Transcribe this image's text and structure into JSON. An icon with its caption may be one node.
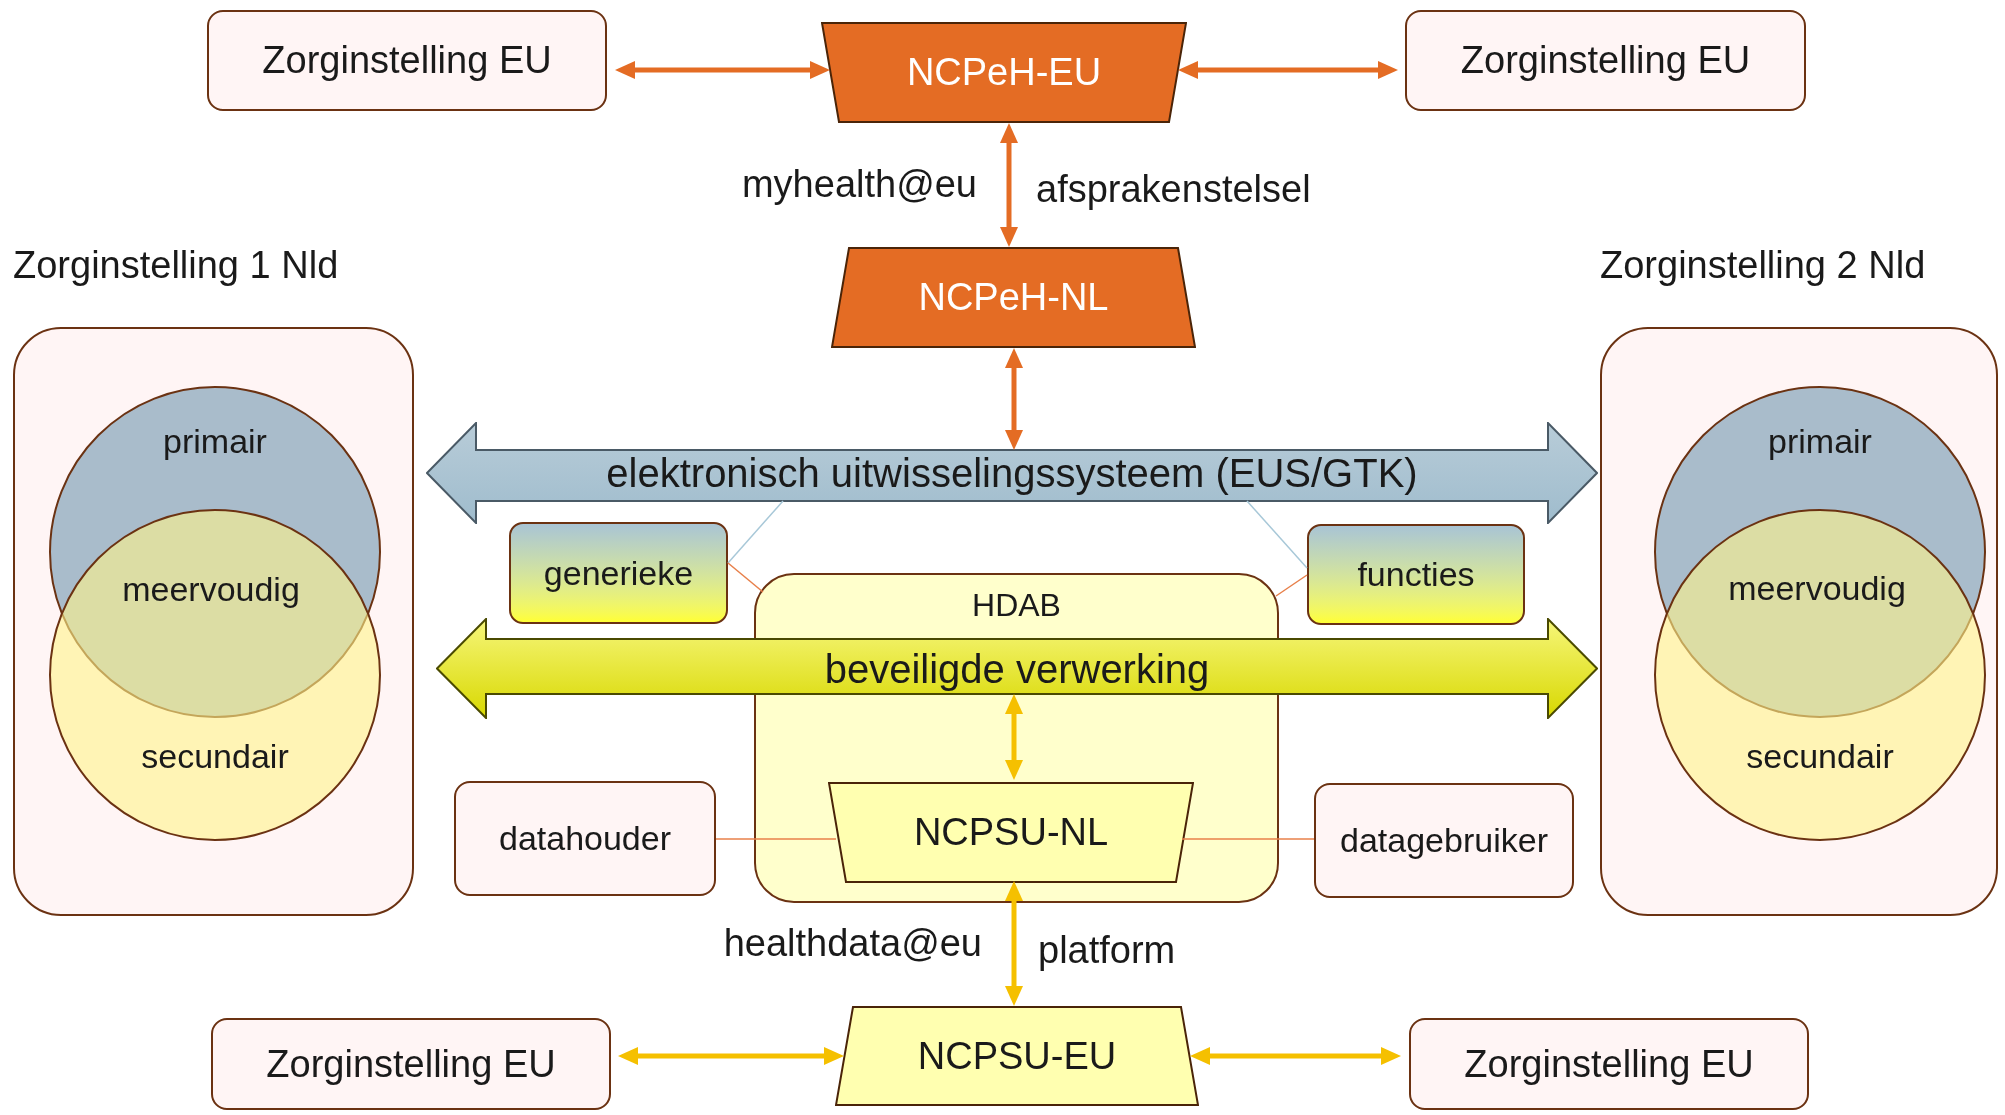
{
  "diagram": {
    "nodes": [
      {
        "text": [
          "Zorginstelling EU"
        ]
      },
      {
        "text": [
          "NCPeH-EU"
        ]
      },
      {
        "text": [
          "Zorginstelling EU"
        ]
      },
      {
        "text": [
          "NCPeH-NL"
        ]
      },
      {
        "text": [
          "Zorginstelling 1 Nld"
        ]
      },
      {
        "text": [
          "primair"
        ],
        "in": 4
      },
      {
        "text": [
          "secundair"
        ],
        "in": 4
      },
      {
        "text": [
          "Zorginstelling 2 Nld"
        ]
      },
      {
        "text": [
          "primair"
        ],
        "in": 7
      },
      {
        "text": [
          "secundair"
        ],
        "in": 7
      },
      {
        "text": [
          "elektronisch uitwisselingssysteem (EUS/GTK)"
        ]
      },
      {
        "text": [
          "generieke"
        ]
      },
      {
        "text": [
          "functies"
        ]
      },
      {
        "text": [
          "HDAB"
        ]
      },
      {
        "text": [
          "beveiligde verwerking"
        ]
      },
      {
        "text": [
          "NCPSU-NL"
        ],
        "in": 13
      },
      {
        "text": [
          "datahouder"
        ]
      },
      {
        "text": [
          "datagebruiker"
        ]
      },
      {
        "text": [
          "Zorginstelling EU"
        ]
      },
      {
        "text": [
          "NCPSU-EU"
        ]
      },
      {
        "text": [
          "Zorginstelling EU"
        ]
      }
    ],
    "edges": [
      {
        "from": 0,
        "to": 1,
        "arrow": "both",
        "color": "#e46c24"
      },
      {
        "from": 1,
        "to": 2,
        "arrow": "both",
        "color": "#e46c24"
      },
      {
        "from": 1,
        "to": 3,
        "arrow": "both",
        "color": "#e46c24",
        "label": "myhealth@eu"
      },
      {
        "from": 3,
        "to": 10,
        "arrow": "both",
        "color": "#e46c24"
      },
      {
        "from": 11,
        "to": 10,
        "arrow": "none",
        "color": "#a8c8d8"
      },
      {
        "from": 12,
        "to": 10,
        "arrow": "none",
        "color": "#a8c8d8"
      },
      {
        "from": 11,
        "to": 13,
        "arrow": "none",
        "color": "#e8804a"
      },
      {
        "from": 12,
        "to": 13,
        "arrow": "none",
        "color": "#e8804a"
      },
      {
        "from": 14,
        "to": 15,
        "arrow": "both",
        "color": "#f5c000"
      },
      {
        "from": 16,
        "to": 15,
        "arrow": "none",
        "color": "#e8804a"
      },
      {
        "from": 15,
        "to": 17,
        "arrow": "none",
        "color": "#e8804a"
      },
      {
        "from": 15,
        "to": 19,
        "arrow": "both",
        "color": "#f5c000",
        "label": "healthdata@eu"
      },
      {
        "from": 18,
        "to": 19,
        "arrow": "both",
        "color": "#f5c000"
      },
      {
        "from": 19,
        "to": 20,
        "arrow": "both",
        "color": "#f5c000"
      }
    ],
    "labels": [
      "meervoudig",
      "meervoudig",
      "afsprakenstelsel",
      "platform"
    ]
  }
}
